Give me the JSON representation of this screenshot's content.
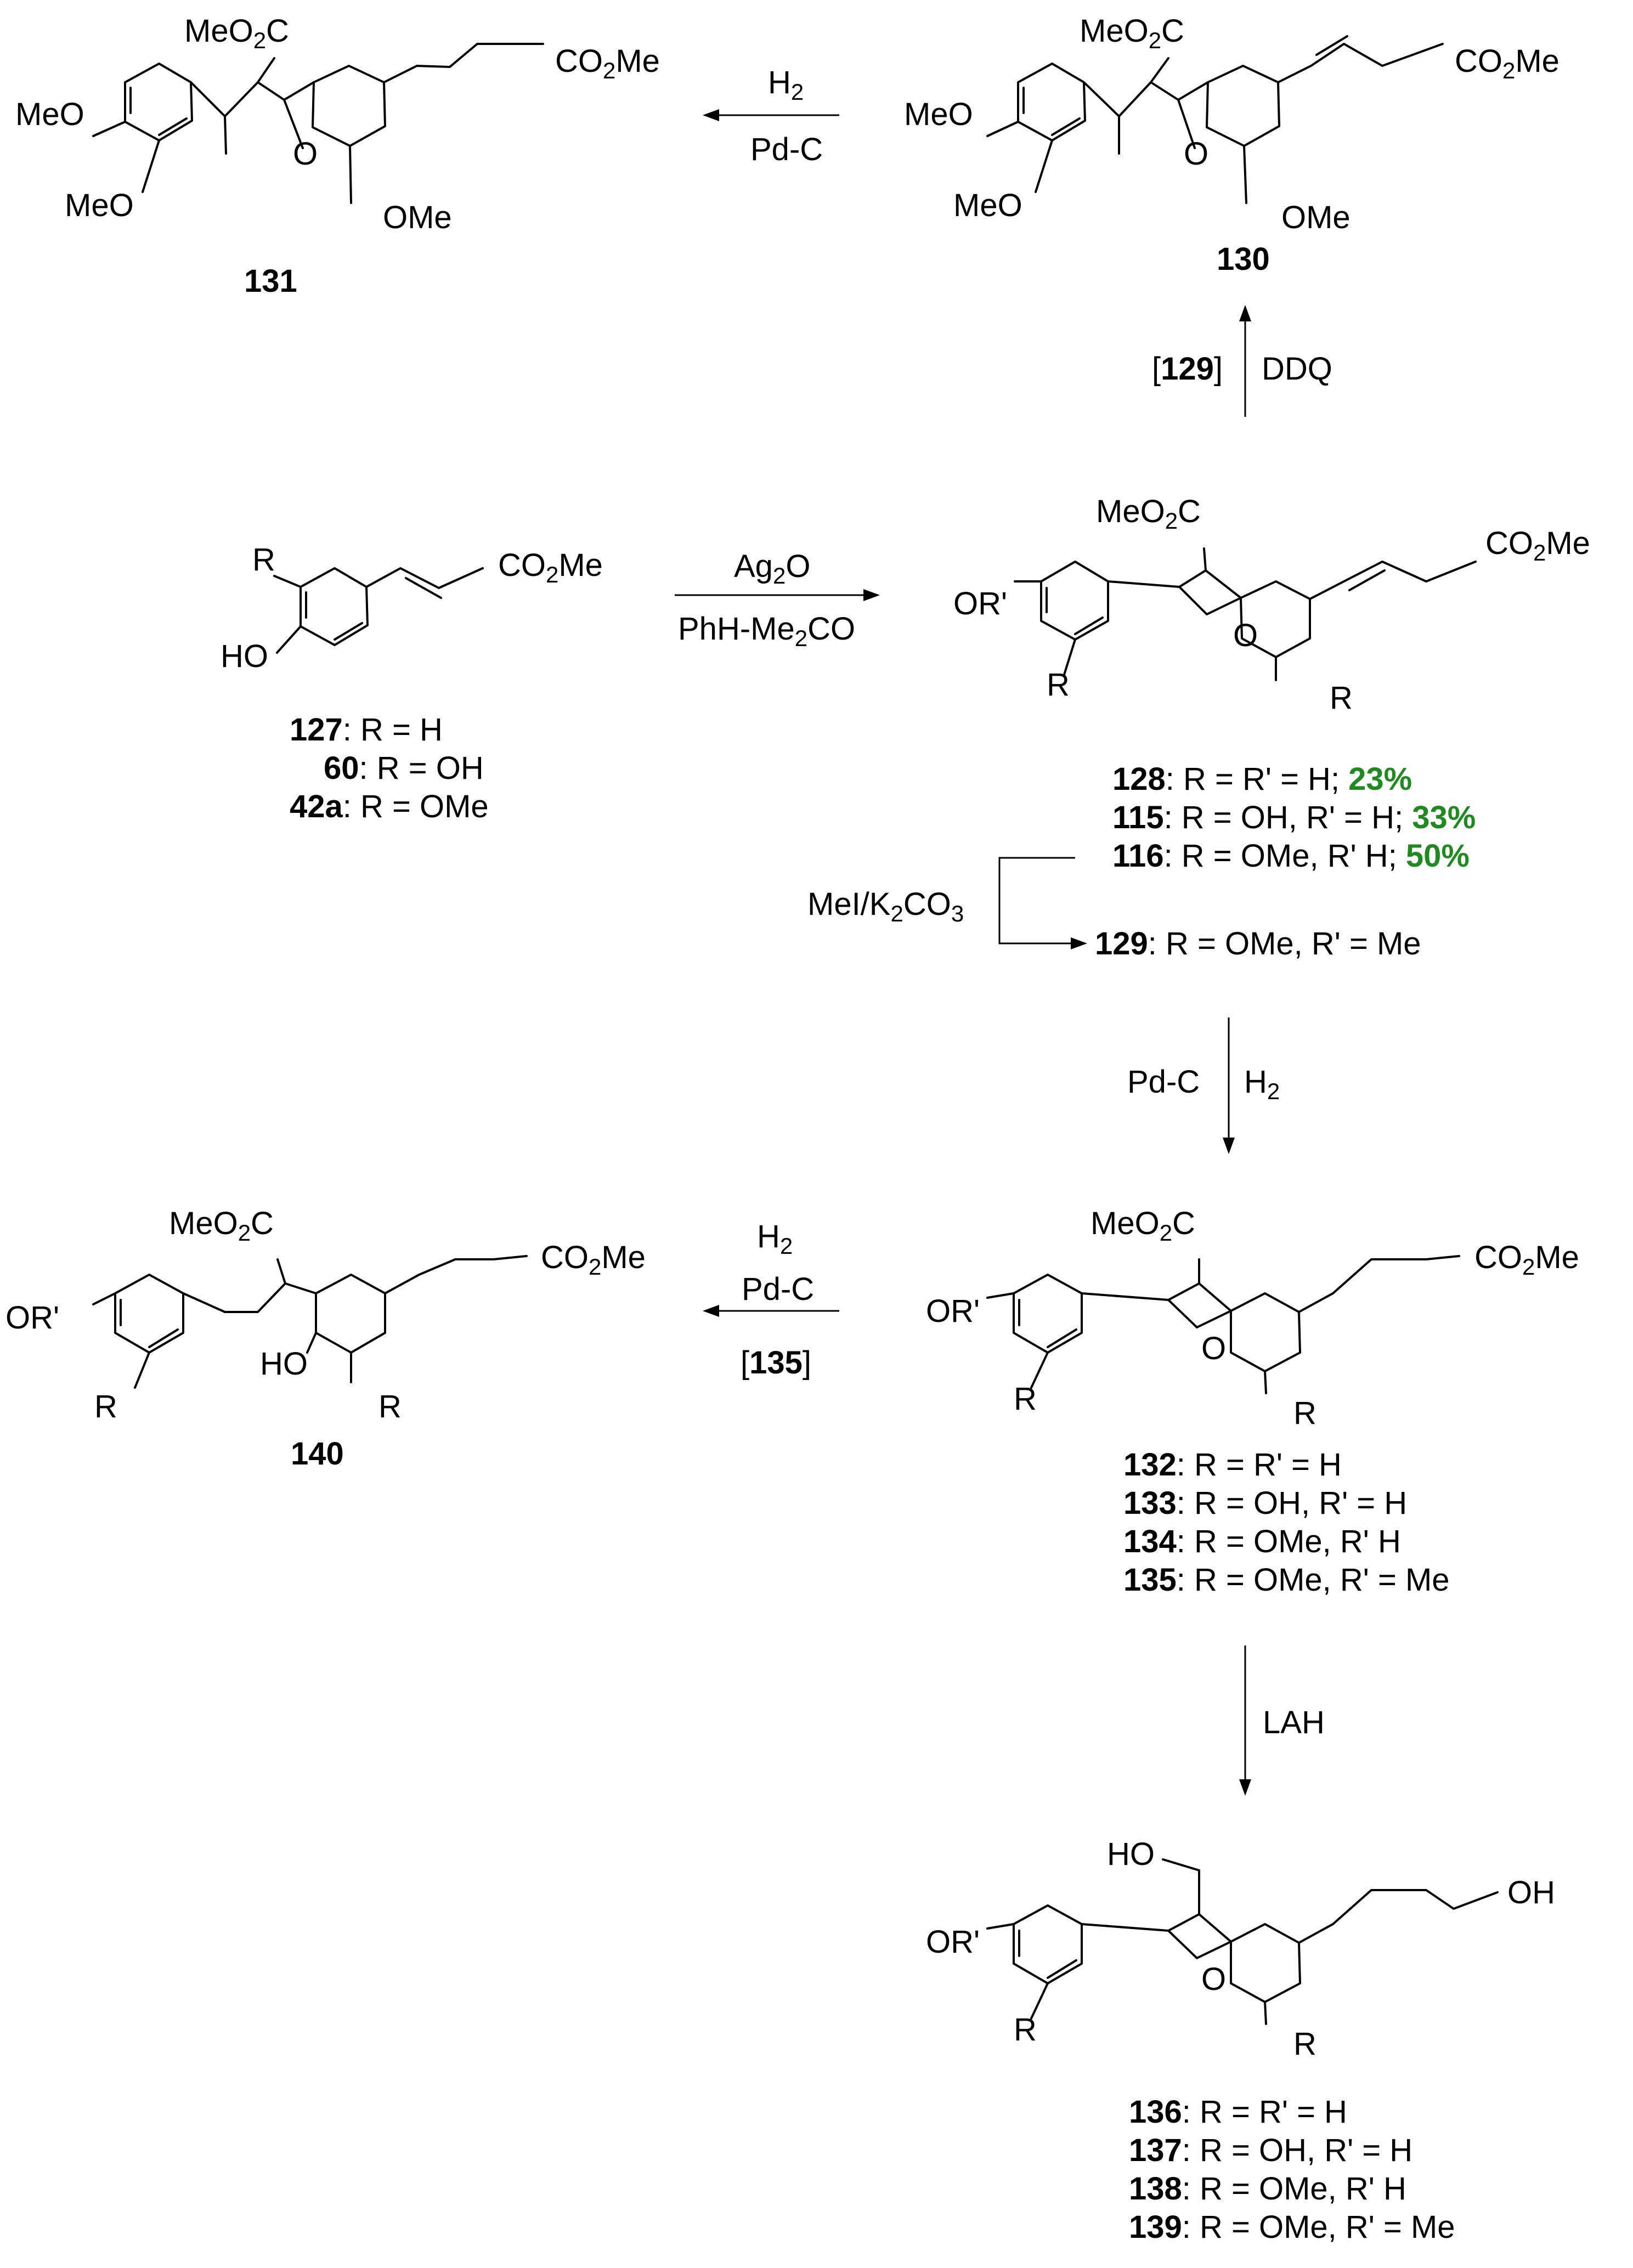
{
  "colors": {
    "yield": "#1f8b1f",
    "ink": "#000000"
  },
  "atoms": {
    "MeO2C": [
      "MeO",
      "2",
      "C"
    ],
    "CO2Me": [
      "CO",
      "2",
      "Me"
    ],
    "MeO": "MeO",
    "O": "O",
    "OMe": "OMe",
    "OR": "OR'",
    "R": "R",
    "HO": "HO",
    "OH": "OH"
  },
  "reactions": {
    "h2_pdc_top": {
      "top": [
        "H",
        "2"
      ],
      "bottom": "Pd-C"
    },
    "ddq": {
      "left_bracket": "[",
      "left_num": "129",
      "right_bracket": "]",
      "right": "DDQ"
    },
    "ag2o": {
      "top": [
        "Ag",
        "2",
        "O"
      ],
      "bottom": [
        "PhH-Me",
        "2",
        "CO"
      ]
    },
    "mei": [
      "MeI/K",
      "2",
      "CO",
      "3"
    ],
    "pdc_h2": {
      "left": "Pd-C",
      "right": [
        "H",
        "2"
      ]
    },
    "h2_pdc_bottom": {
      "top": [
        "H",
        "2"
      ],
      "middle": "Pd-C",
      "bracket_num": "135",
      "bracket_open": "[",
      "bracket_close": "]"
    },
    "lah": "LAH"
  },
  "compounds": {
    "c131": "131",
    "c130": "130",
    "c140": "140",
    "starting": [
      {
        "num": "127",
        "text": ": R = H"
      },
      {
        "num": "60",
        "text": ": R = OH"
      },
      {
        "num": "42a",
        "text": ": R = OMe"
      }
    ],
    "products_128": [
      {
        "num": "128",
        "text": ": R = R' = H; ",
        "yield": "23%"
      },
      {
        "num": "115",
        "text": ": R = OH, R' = H; ",
        "yield": "33%"
      },
      {
        "num": "116",
        "text": ": R = OMe, R' H; ",
        "yield": "50%"
      }
    ],
    "c129": {
      "num": "129",
      "text": ": R = OMe, R' = Me"
    },
    "products_132": [
      {
        "num": "132",
        "text": ": R = R' = H"
      },
      {
        "num": "133",
        "text": ": R = OH, R' = H"
      },
      {
        "num": "134",
        "text": ": R = OMe, R' H"
      },
      {
        "num": "135",
        "text": ": R = OMe, R' = Me"
      }
    ],
    "products_136": [
      {
        "num": "136",
        "text": ": R = R' = H"
      },
      {
        "num": "137",
        "text": ": R = OH, R' = H"
      },
      {
        "num": "138",
        "text": ": R = OMe, R' H"
      },
      {
        "num": "139",
        "text": ": R = OMe, R' = Me"
      }
    ]
  }
}
